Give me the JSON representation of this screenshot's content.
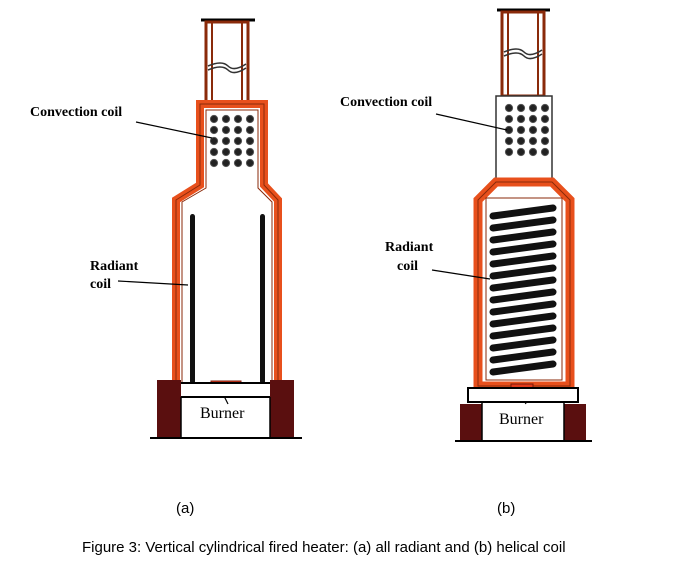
{
  "colors": {
    "wall": "#e8501c",
    "wall_edge": "#8a2a0a",
    "coil": "#111111",
    "base": "#5a0f0f",
    "burner": "#e33a1a"
  },
  "figure_a": {
    "convection_label": "Convection coil",
    "radiant_label_line1": "Radiant",
    "radiant_label_line2": "coil",
    "burner_label": "Burner",
    "sublabel": "(a)"
  },
  "figure_b": {
    "convection_label": "Convection coil",
    "radiant_label_line1": "Radiant",
    "radiant_label_line2": "coil",
    "burner_label": "Burner",
    "sublabel": "(b)"
  },
  "caption": "Figure 3: Vertical cylindrical fired heater: (a) all radiant and (b) helical coil"
}
